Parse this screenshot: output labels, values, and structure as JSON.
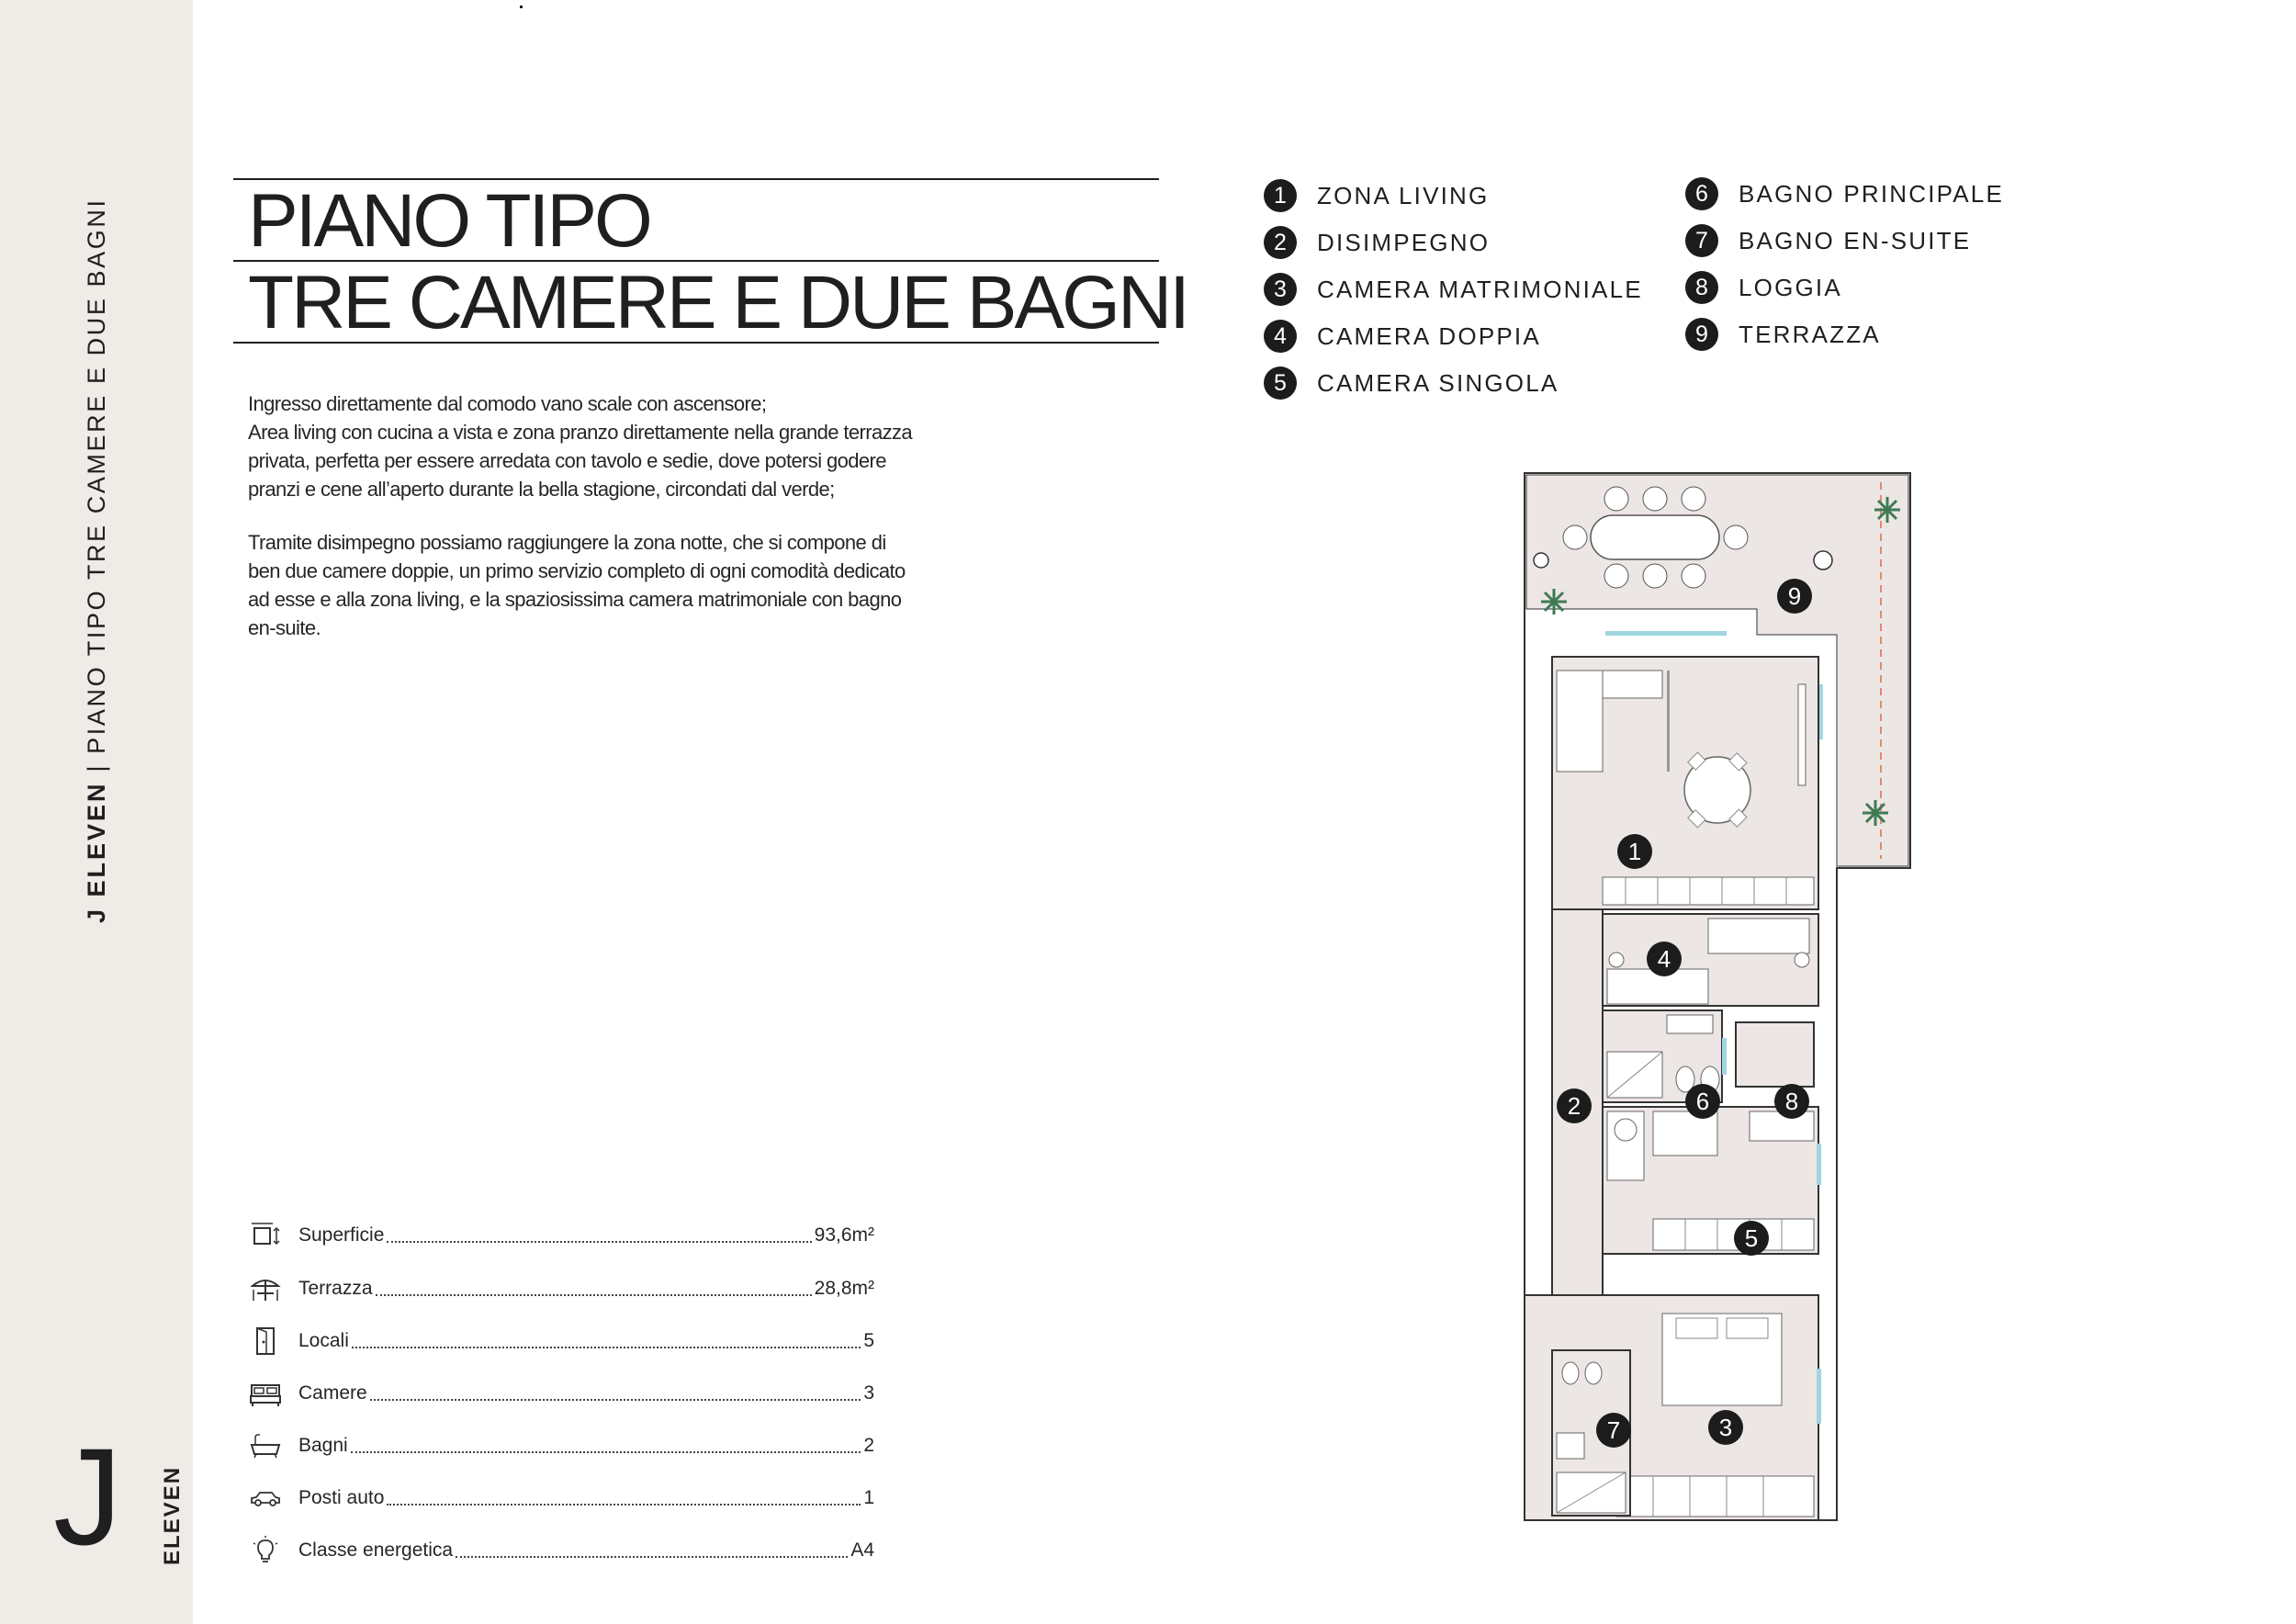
{
  "sidebar": {
    "brand": "J ELEVEN",
    "separator": "|",
    "subtitle": "PIANO TIPO TRE CAMERE E DUE BAGNI",
    "logo_letter": "J",
    "logo_word": "ELEVEN"
  },
  "title": {
    "line1": "PIANO TIPO",
    "line2": "TRE CAMERE E DUE BAGNI"
  },
  "description": {
    "para1": [
      "Ingresso direttamente dal comodo vano scale con ascensore;",
      "Area living con cucina a vista e zona pranzo direttamente nella grande terrazza",
      "privata, perfetta per essere arredata con tavolo e sedie, dove potersi godere",
      "pranzi e cene all’aperto durante la bella stagione, circondati dal verde;"
    ],
    "para2": [
      "Tramite disimpegno possiamo raggiungere la zona notte, che si compone di",
      "ben due camere doppie, un primo servizio completo di ogni comodità dedicato",
      "ad esse e alla zona living, e la spaziosissima camera matrimoniale con bagno",
      "en-suite."
    ]
  },
  "legend": [
    {
      "n": "1",
      "label": "ZONA LIVING"
    },
    {
      "n": "2",
      "label": "DISIMPEGNO"
    },
    {
      "n": "3",
      "label": "CAMERA MATRIMONIALE"
    },
    {
      "n": "4",
      "label": "CAMERA DOPPIA"
    },
    {
      "n": "5",
      "label": "CAMERA SINGOLA"
    },
    {
      "n": "6",
      "label": "BAGNO PRINCIPALE"
    },
    {
      "n": "7",
      "label": "BAGNO EN-SUITE"
    },
    {
      "n": "8",
      "label": "LOGGIA"
    },
    {
      "n": "9",
      "label": "TERRAZZA"
    }
  ],
  "specs": [
    {
      "label": "Superficie",
      "value": "93,6m²",
      "icon": "area-icon"
    },
    {
      "label": "Terrazza",
      "value": "28,8m²",
      "icon": "umbrella-table-icon"
    },
    {
      "label": "Locali",
      "value": "5",
      "icon": "door-icon"
    },
    {
      "label": "Camere",
      "value": "3",
      "icon": "bed-icon"
    },
    {
      "label": "Bagni",
      "value": "2",
      "icon": "bathtub-icon"
    },
    {
      "label": "Posti auto",
      "value": "1",
      "icon": "car-icon"
    },
    {
      "label": "Classe energetica",
      "value": "A4",
      "icon": "lightbulb-icon"
    }
  ],
  "plan_markers": [
    "1",
    "2",
    "3",
    "4",
    "5",
    "6",
    "7",
    "8",
    "9"
  ],
  "colors": {
    "sidebar_bg": "#efebe7",
    "text": "#1f1f1f",
    "floor": "#ece6e4",
    "terrace_line": "#e08a6a",
    "window": "#9fd6df",
    "plant": "#3f7a55"
  }
}
